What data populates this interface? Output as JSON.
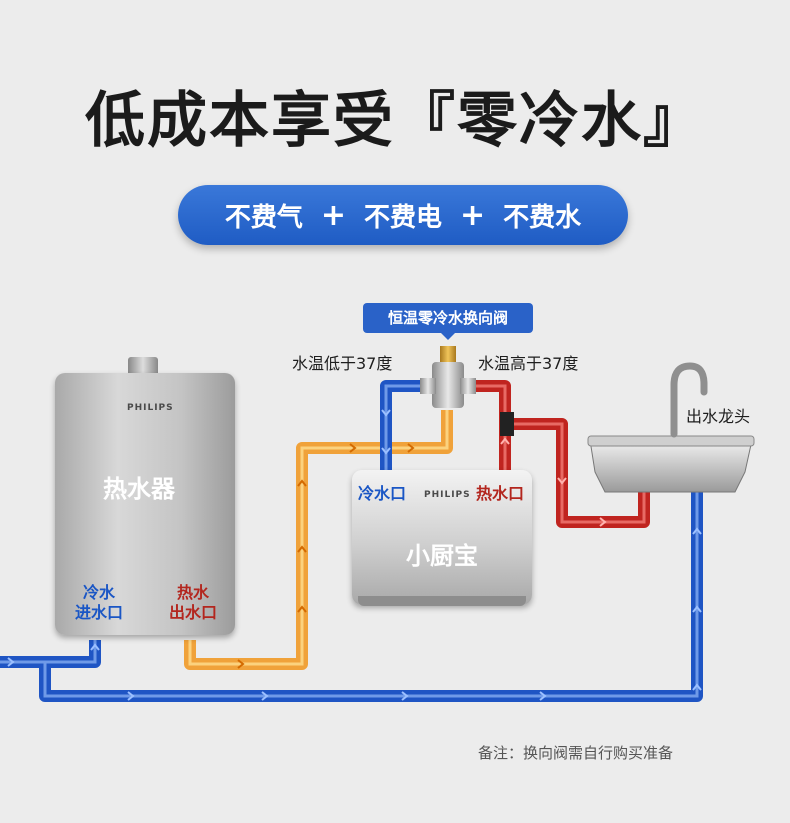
{
  "title": "低成本享受『零冷水』",
  "benefits": [
    "不费气",
    "不费电",
    "不费水"
  ],
  "benefit_separator": "+",
  "valve": {
    "label": "恒温零冷水换向阀"
  },
  "temp_low_label": "水温低于37度",
  "temp_high_label": "水温高于37度",
  "heater": {
    "brand": "PHILIPS",
    "label": "热水器",
    "cold_inlet": {
      "line1": "冷水",
      "line2": "进水口"
    },
    "hot_outlet": {
      "line1": "热水",
      "line2": "出水口"
    }
  },
  "kitchen_heater": {
    "brand": "PHILIPS",
    "label": "小厨宝",
    "cold_port": "冷水口",
    "hot_port": "热水口"
  },
  "faucet_label": "出水龙头",
  "footnote": "备注：换向阀需自行购买准备",
  "colors": {
    "cold": "#1a56c5",
    "hot": "#c0241f",
    "warm": "#f2a33a",
    "accent": "#2a62c8"
  }
}
